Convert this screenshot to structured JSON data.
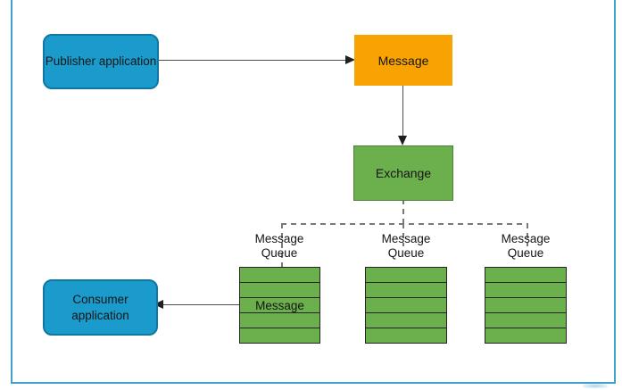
{
  "diagram": {
    "publisher": {
      "label": "Publisher application"
    },
    "message": {
      "label": "Message"
    },
    "exchange": {
      "label": "Exchange"
    },
    "consumer": {
      "label": "Consumer application"
    },
    "queues": [
      {
        "label": "Message Queue",
        "message_label": "Message"
      },
      {
        "label": "Message Queue"
      },
      {
        "label": "Message Queue"
      }
    ],
    "colors": {
      "slide_border": "#3fa3c8",
      "app_fill": "#1b9bcc",
      "app_border": "#1076a4",
      "message_fill": "#f9a303",
      "queue_fill": "#6cb04e",
      "exchange_border": "#4c8038",
      "queue_border": "#242424",
      "connector": "#4d4d4d",
      "arrowhead": "#1f1f1f",
      "dashed": "#787878"
    }
  }
}
